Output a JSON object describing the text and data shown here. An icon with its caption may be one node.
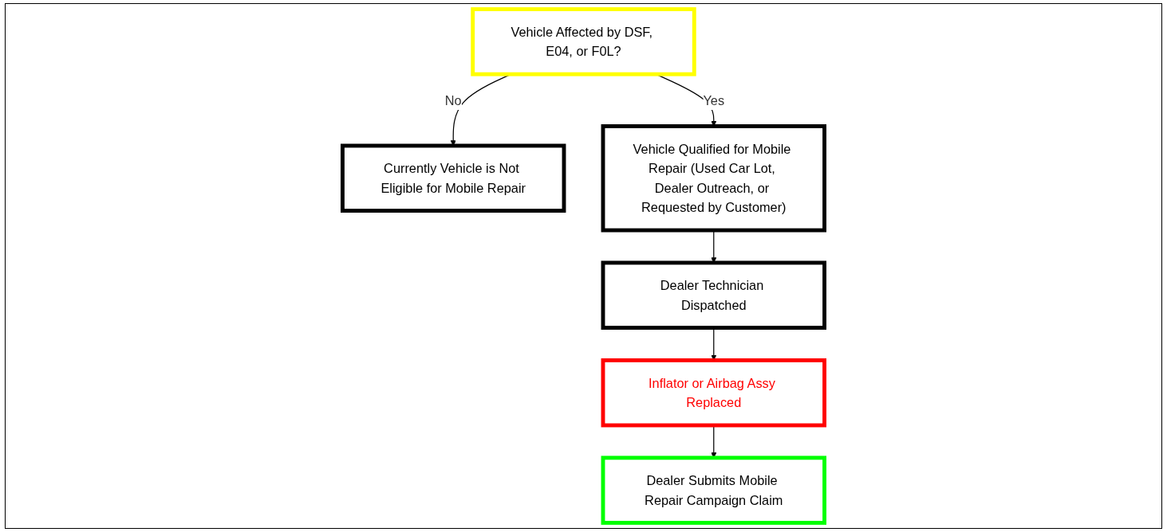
{
  "diagram": {
    "nodes": [
      {
        "text": [
          "Vehicle Affected by DSF, E04, or F0L?"
        ]
      },
      {
        "text": [
          "Currently Vehicle is Not Eligible for Mobile Repair"
        ]
      },
      {
        "text": [
          "Vehicle Qualified for Mobile Repair (Used Car Lot, Dealer Outreach, or Requested by Customer)"
        ]
      },
      {
        "text": [
          "Dealer Technician Dispatched"
        ]
      },
      {
        "text": [
          "Inflator or Airbag Assy Replaced"
        ]
      },
      {
        "text": [
          "Dealer Submits Mobile Repair Campaign Claim"
        ]
      }
    ],
    "edges": [
      {
        "from": 0,
        "to": 1,
        "arrow": "to",
        "label": "No"
      },
      {
        "from": 0,
        "to": 2,
        "arrow": "to",
        "label": "Yes"
      },
      {
        "from": 2,
        "to": 3,
        "arrow": "to"
      },
      {
        "from": 3,
        "to": 4,
        "arrow": "to"
      },
      {
        "from": 4,
        "to": 5,
        "arrow": "to"
      }
    ]
  }
}
